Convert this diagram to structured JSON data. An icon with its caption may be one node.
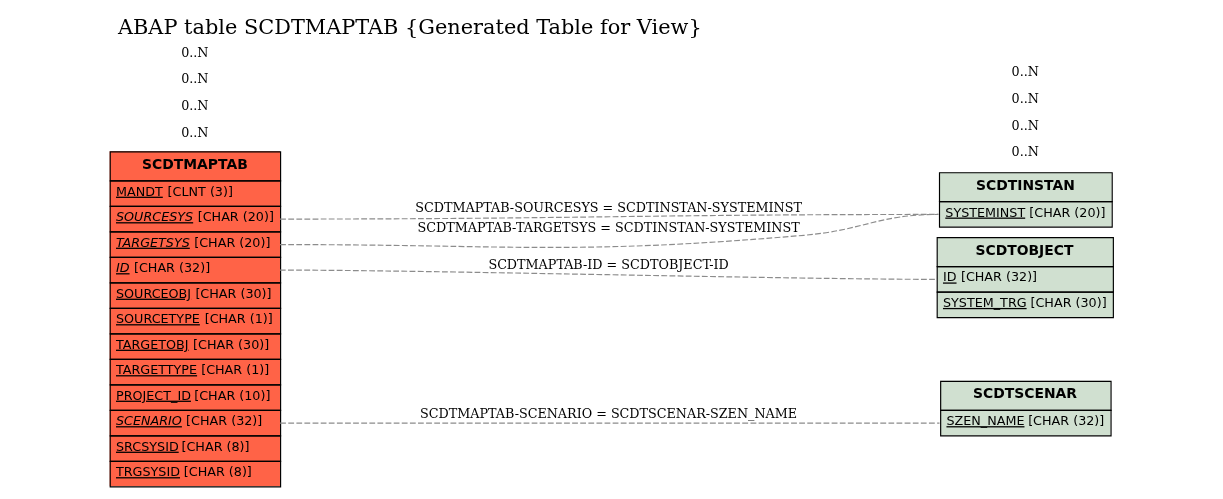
{
  "diagram": {
    "title": "ABAP table SCDTMAPTAB {Generated Table for View}",
    "nodes": [
      {
        "text": [
          "SCDTMAPTAB",
          "MANDT [CLNT (3)]",
          "*SOURCESYS* [CHAR (20)]",
          "*TARGETSYS* [CHAR (20)]",
          "*ID* [CHAR (32)]",
          "SOURCEOBJ [CHAR (30)]",
          "SOURCETYPE [CHAR (1)]",
          "TARGETOBJ [CHAR (30)]",
          "TARGETTYPE [CHAR (1)]",
          "PROJECT_ID [CHAR (10)]",
          "*SCENARIO* [CHAR (32)]",
          "SRCSYSID [CHAR (8)]",
          "TRGSYSID [CHAR (8)]"
        ]
      },
      {
        "text": [
          "SCDTINSTAN",
          "SYSTEMINST [CHAR (20)]"
        ]
      },
      {
        "text": [
          "SCDTOBJECT",
          "ID [CHAR (32)]",
          "SYSTEM_TRG [CHAR (30)]"
        ]
      },
      {
        "text": [
          "SCDTSCENAR",
          "SZEN_NAME [CHAR (32)]"
        ]
      }
    ],
    "edges": [
      {
        "from": 0,
        "to": 1,
        "arrow": "none",
        "label": "SCDTMAPTAB-SOURCESYS = SCDTINSTAN-SYSTEMINST",
        "style": "dashed"
      },
      {
        "from": 0,
        "to": 1,
        "arrow": "none",
        "label": "SCDTMAPTAB-TARGETSYS = SCDTINSTAN-SYSTEMINST",
        "style": "dashed"
      },
      {
        "from": 0,
        "to": 2,
        "arrow": "none",
        "label": "SCDTMAPTAB-ID = SCDTOBJECT-ID",
        "style": "dashed"
      },
      {
        "from": 0,
        "to": 3,
        "arrow": "none",
        "label": "SCDTMAPTAB-SCENARIO = SCDTSCENAR-SZEN_NAME",
        "style": "dashed"
      }
    ],
    "labels": [
      "0..N",
      "0..N",
      "0..N",
      "0..N",
      "0..N",
      "0..N",
      "0..N",
      "0..N"
    ]
  }
}
